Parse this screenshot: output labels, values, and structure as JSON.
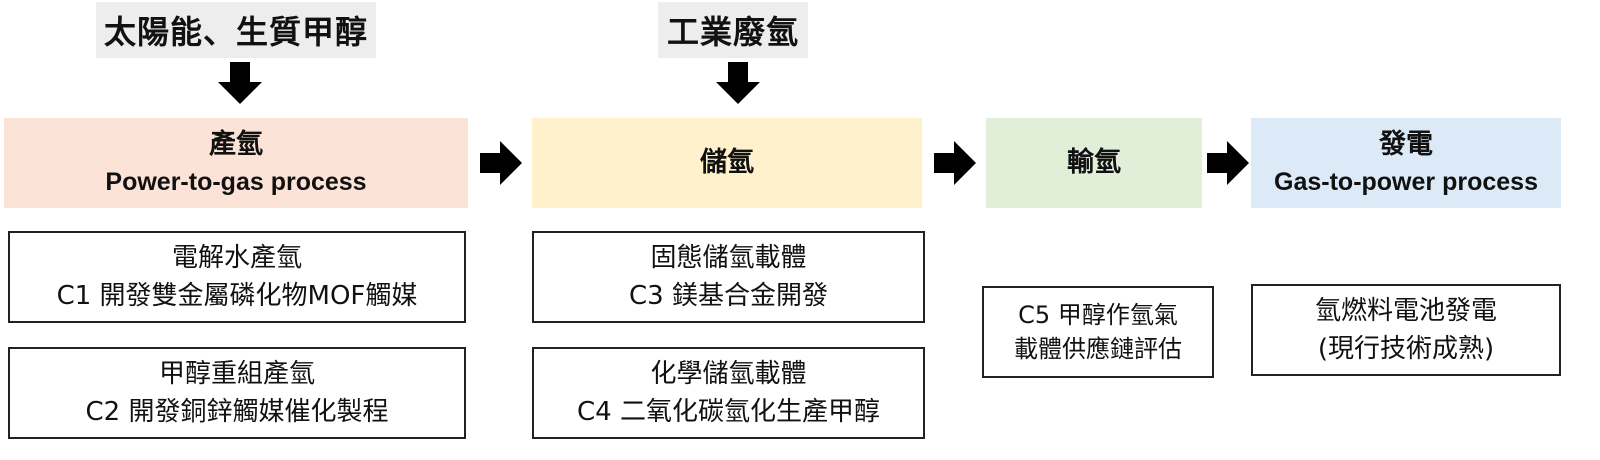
{
  "colors": {
    "produce_bg": "#fbe3d7",
    "store_bg": "#fff1cc",
    "transport_bg": "#e1efd9",
    "power_bg": "#dce9f6",
    "source_bg": "#ededed",
    "arrow": "#000000"
  },
  "sources": {
    "solar_bio": "太陽能、生質甲醇",
    "industrial": "工業廢氫"
  },
  "stages": {
    "produce": {
      "title": "產氫",
      "subtitle": "Power-to-gas process"
    },
    "store": {
      "title": "儲氫"
    },
    "transport": {
      "title": "輸氫"
    },
    "power": {
      "title": "發電",
      "subtitle": "Gas-to-power process"
    }
  },
  "boxes": {
    "c1": {
      "line1": "電解水產氫",
      "line2": "C1 開發雙金屬磷化物MOF觸媒"
    },
    "c2": {
      "line1": "甲醇重組產氫",
      "line2": "C2 開發銅鋅觸媒催化製程"
    },
    "c3": {
      "line1": "固態儲氫載體",
      "line2": "C3 鎂基合金開發"
    },
    "c4": {
      "line1": "化學儲氫載體",
      "line2": "C4 二氧化碳氫化生產甲醇"
    },
    "c5": {
      "line1": "C5 甲醇作氫氣",
      "line2": "載體供應鏈評估"
    },
    "fuelcell": {
      "line1": "氫燃料電池發電",
      "line2": "(現行技術成熟)"
    }
  }
}
